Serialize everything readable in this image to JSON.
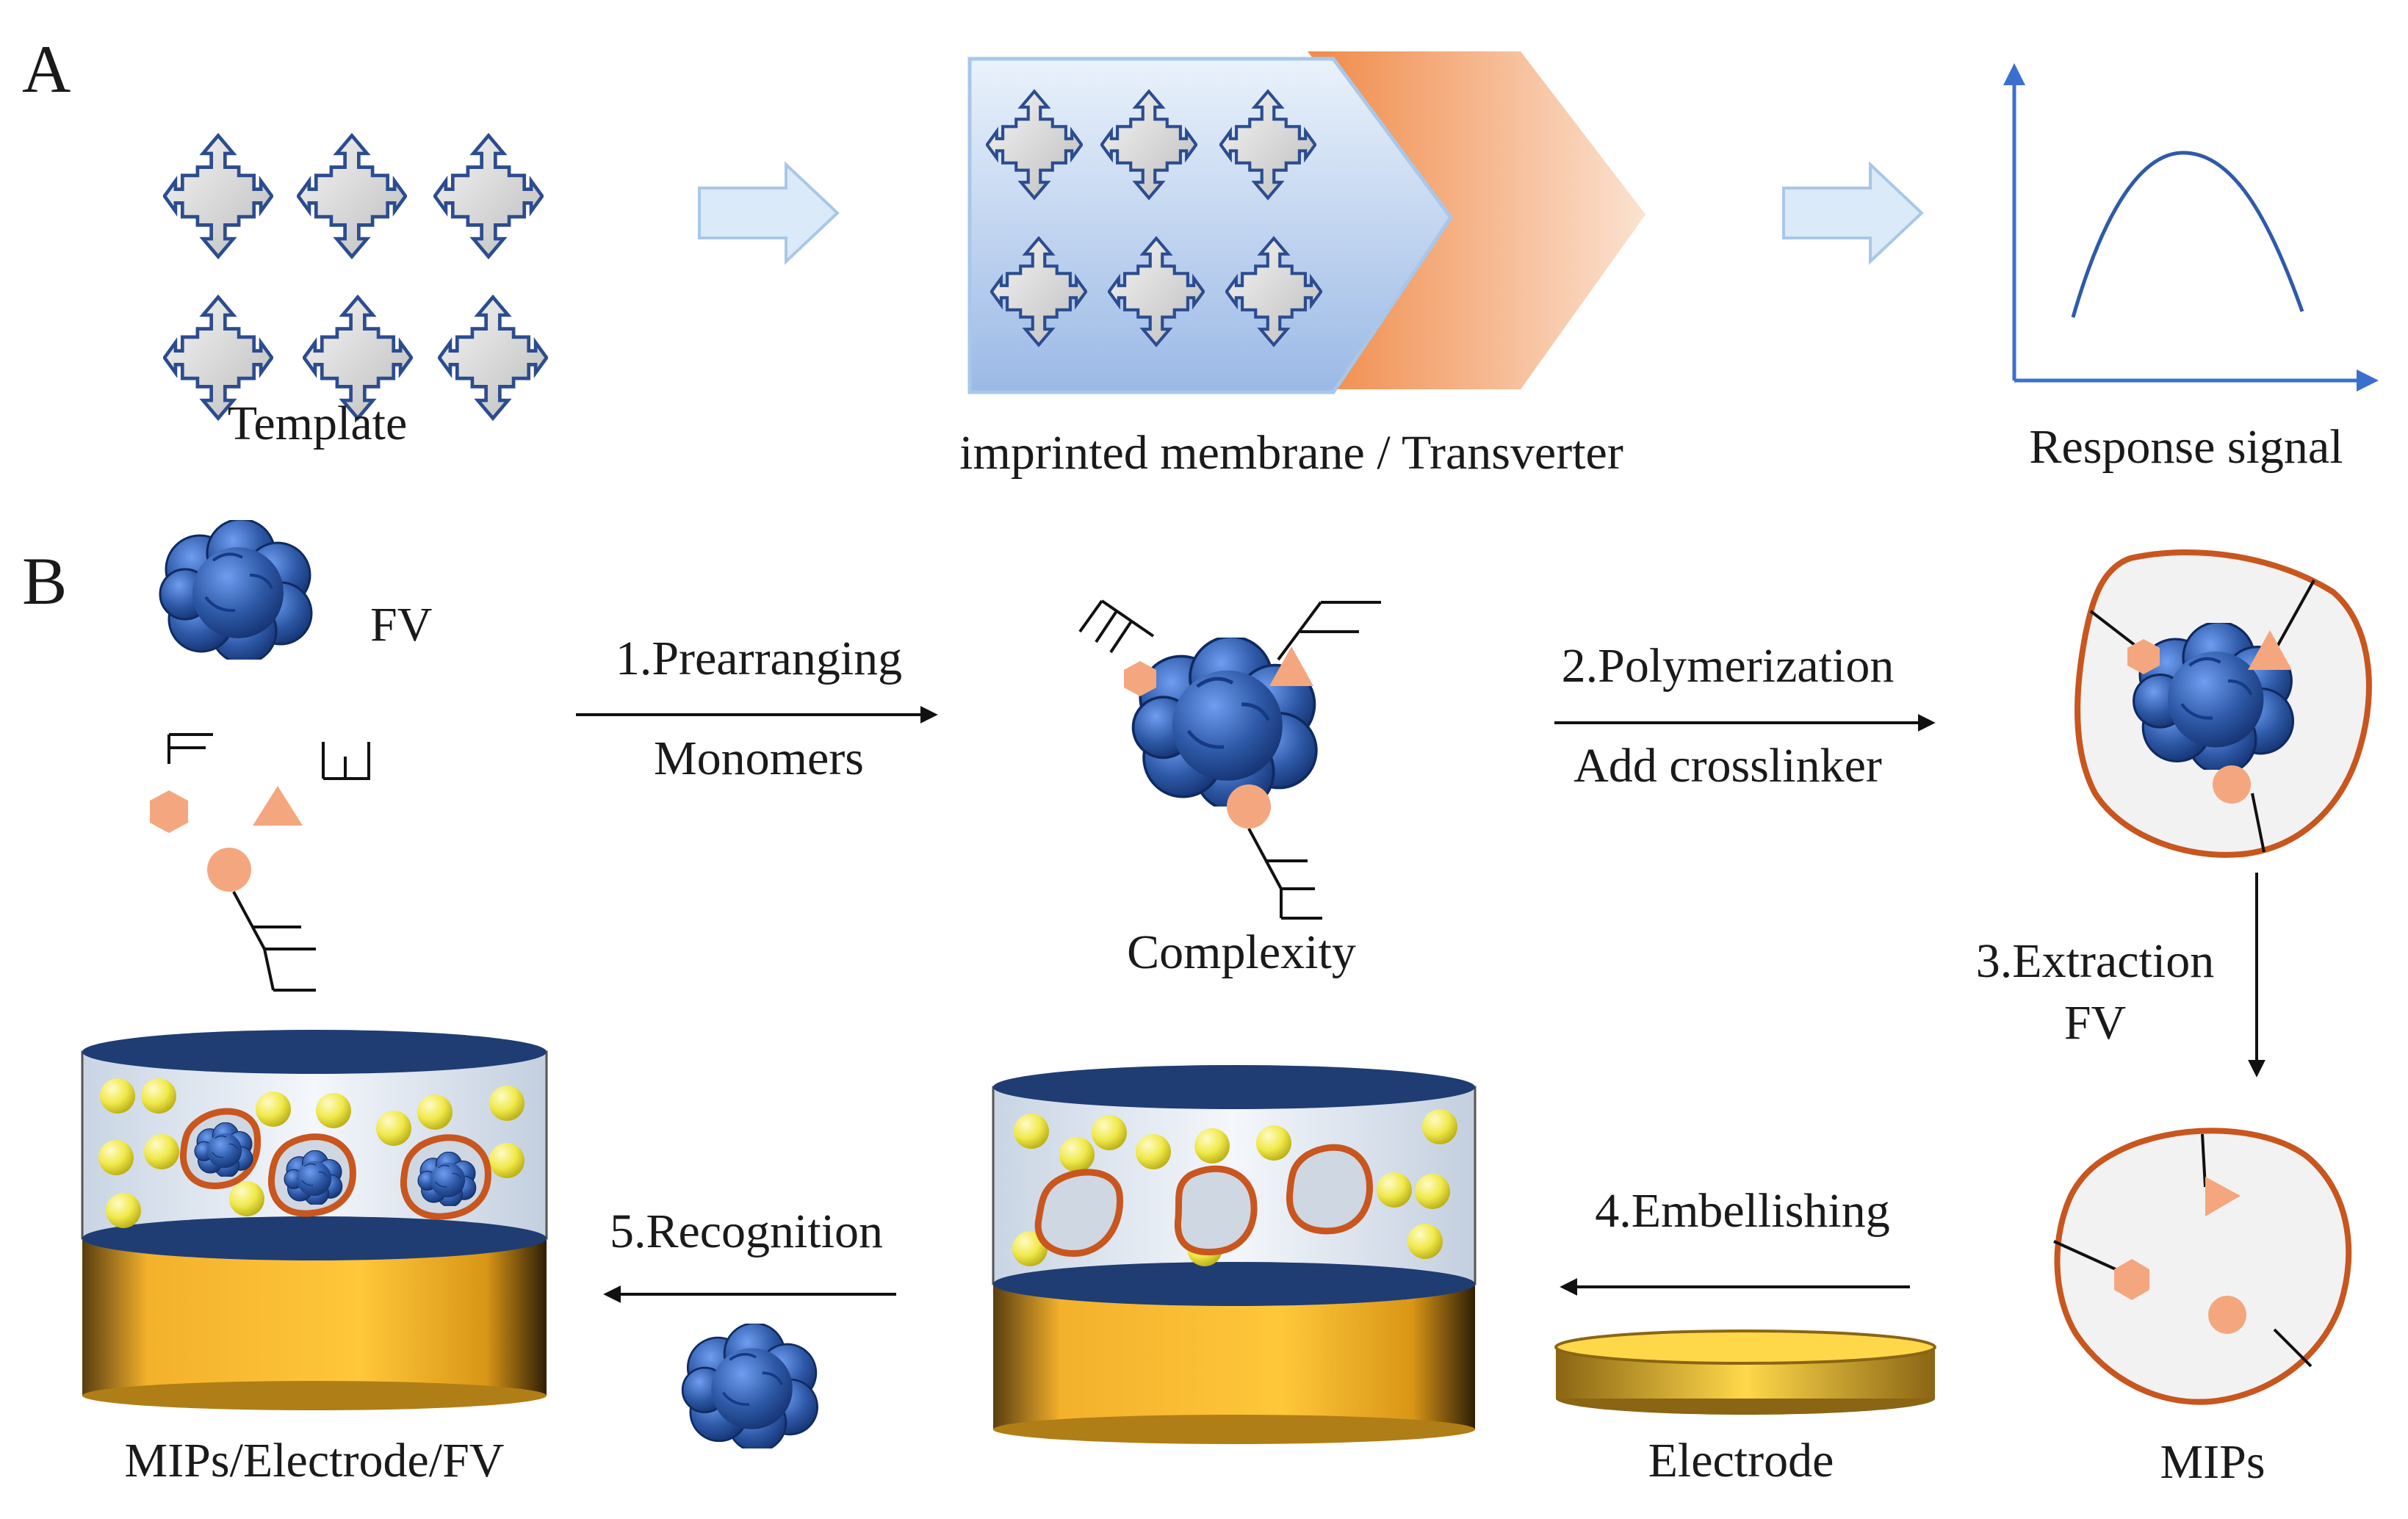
{
  "panel_a": {
    "letter": "A",
    "template_label": "Template",
    "membrane_label": "imprinted membrane / Transverter",
    "signal_label": "Response signal"
  },
  "panel_b": {
    "letter": "B",
    "fv_label": "FV",
    "step1_line1": "1.Prearranging",
    "step1_line2": "Monomers",
    "complex_label": "Complexity",
    "step2_line1": "2.Polymerization",
    "step2_line2": "Add crosslinker",
    "step3_line1": "3.Extraction",
    "step3_line2": "FV",
    "mips_label": "MIPs",
    "step4_label": "4.Embellishing",
    "electrode_label": "Electrode",
    "step5_label": "5.Recognition",
    "final_label": "MIPs/Electrode/FV"
  },
  "colors": {
    "accent_blue": "#2f5aa8",
    "monomer_peach": "#f4a77f",
    "membrane_border": "#c8561e",
    "gold": "#f3b12c",
    "electrode_top": "#1f3d73",
    "bead": "#f0e94a",
    "arrow_light": "#d7e9f8"
  },
  "icons": {
    "template": "cross-molecule-icon",
    "virus": "fv-particle-icon",
    "monomer_hexagon": "hexagon-monomer-icon",
    "monomer_triangle": "triangle-monomer-icon",
    "monomer_circle": "circle-monomer-icon"
  }
}
